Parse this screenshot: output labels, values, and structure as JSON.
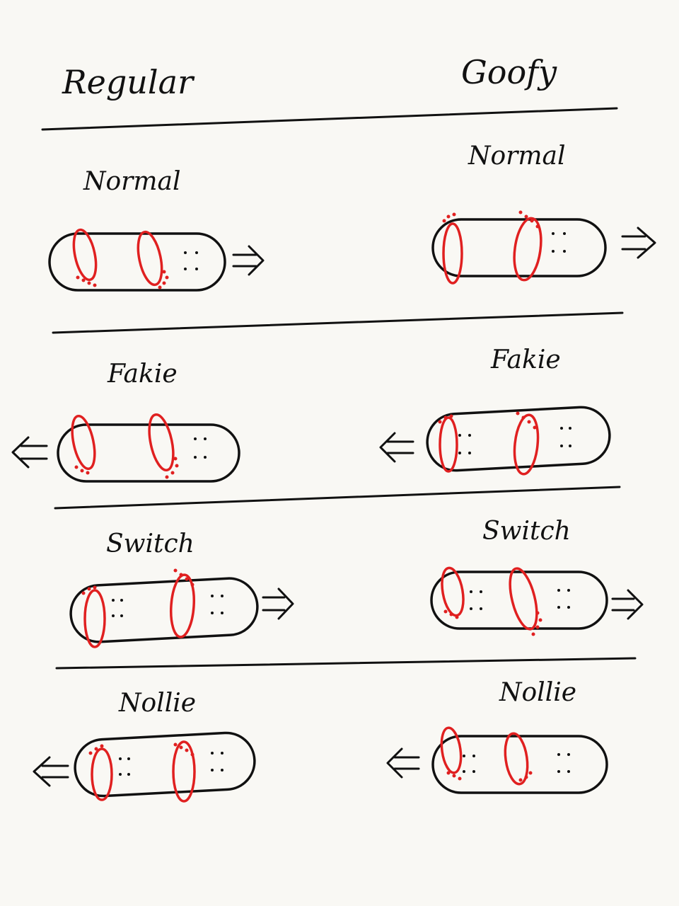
{
  "columns": [
    {
      "header": "Regular"
    },
    {
      "header": "Goofy"
    }
  ],
  "rows": [
    {
      "regular": {
        "label": "Normal",
        "direction": "right"
      },
      "goofy": {
        "label": "Normal",
        "direction": "right"
      }
    },
    {
      "regular": {
        "label": "Fakie",
        "direction": "left"
      },
      "goofy": {
        "label": "Fakie",
        "direction": "left"
      }
    },
    {
      "regular": {
        "label": "Switch",
        "direction": "right"
      },
      "goofy": {
        "label": "Switch",
        "direction": "right"
      }
    },
    {
      "regular": {
        "label": "Nollie",
        "direction": "left"
      },
      "goofy": {
        "label": "Nollie",
        "direction": "left"
      }
    }
  ],
  "colors": {
    "ink": "#111111",
    "feet": "#e02020",
    "paper": "#f9f8f4"
  },
  "icons": {
    "board": "skateboard-deck-icon",
    "feet": "footprint-icon",
    "arrow": "double-arrow-icon"
  }
}
